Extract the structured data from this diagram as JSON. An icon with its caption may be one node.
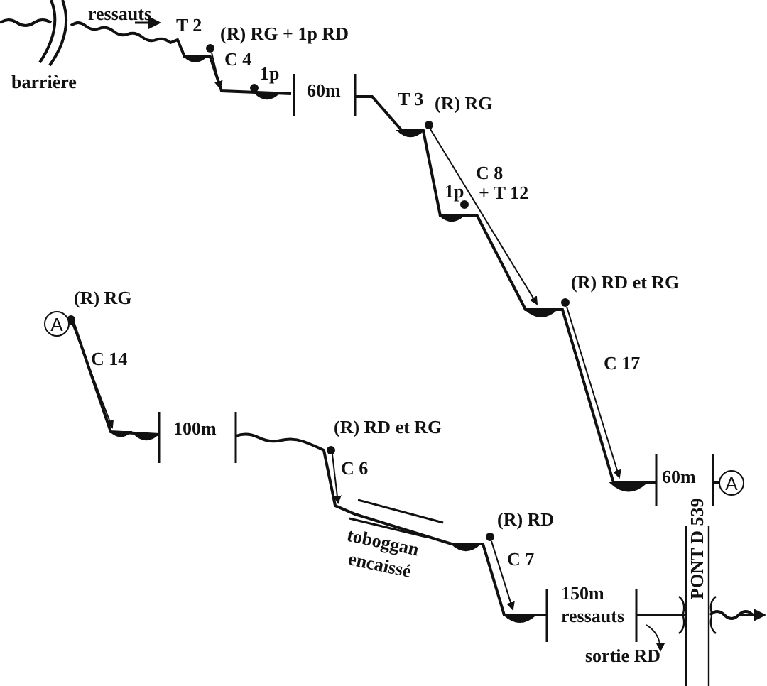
{
  "diagram": {
    "nodes": [
      {
        "text": [
          "A"
        ]
      },
      {
        "text": [
          "A"
        ]
      }
    ],
    "labels": [
      "ressauts",
      "T 2",
      "(R) RG + 1p RD",
      "C 4",
      "barrière",
      "1p",
      "60m",
      "T 3",
      "(R) RG",
      "C 8",
      "+ T 12",
      "1p",
      "(R) RD et RG",
      "(R) RG",
      "C 14",
      "C 17",
      "100m",
      "(R) RD et RG",
      "C 6",
      "(R) RD",
      "toboggan",
      "encaissé",
      "C 7",
      "60m",
      "PONT D 539",
      "150m",
      "ressauts",
      "sortie RD"
    ]
  }
}
